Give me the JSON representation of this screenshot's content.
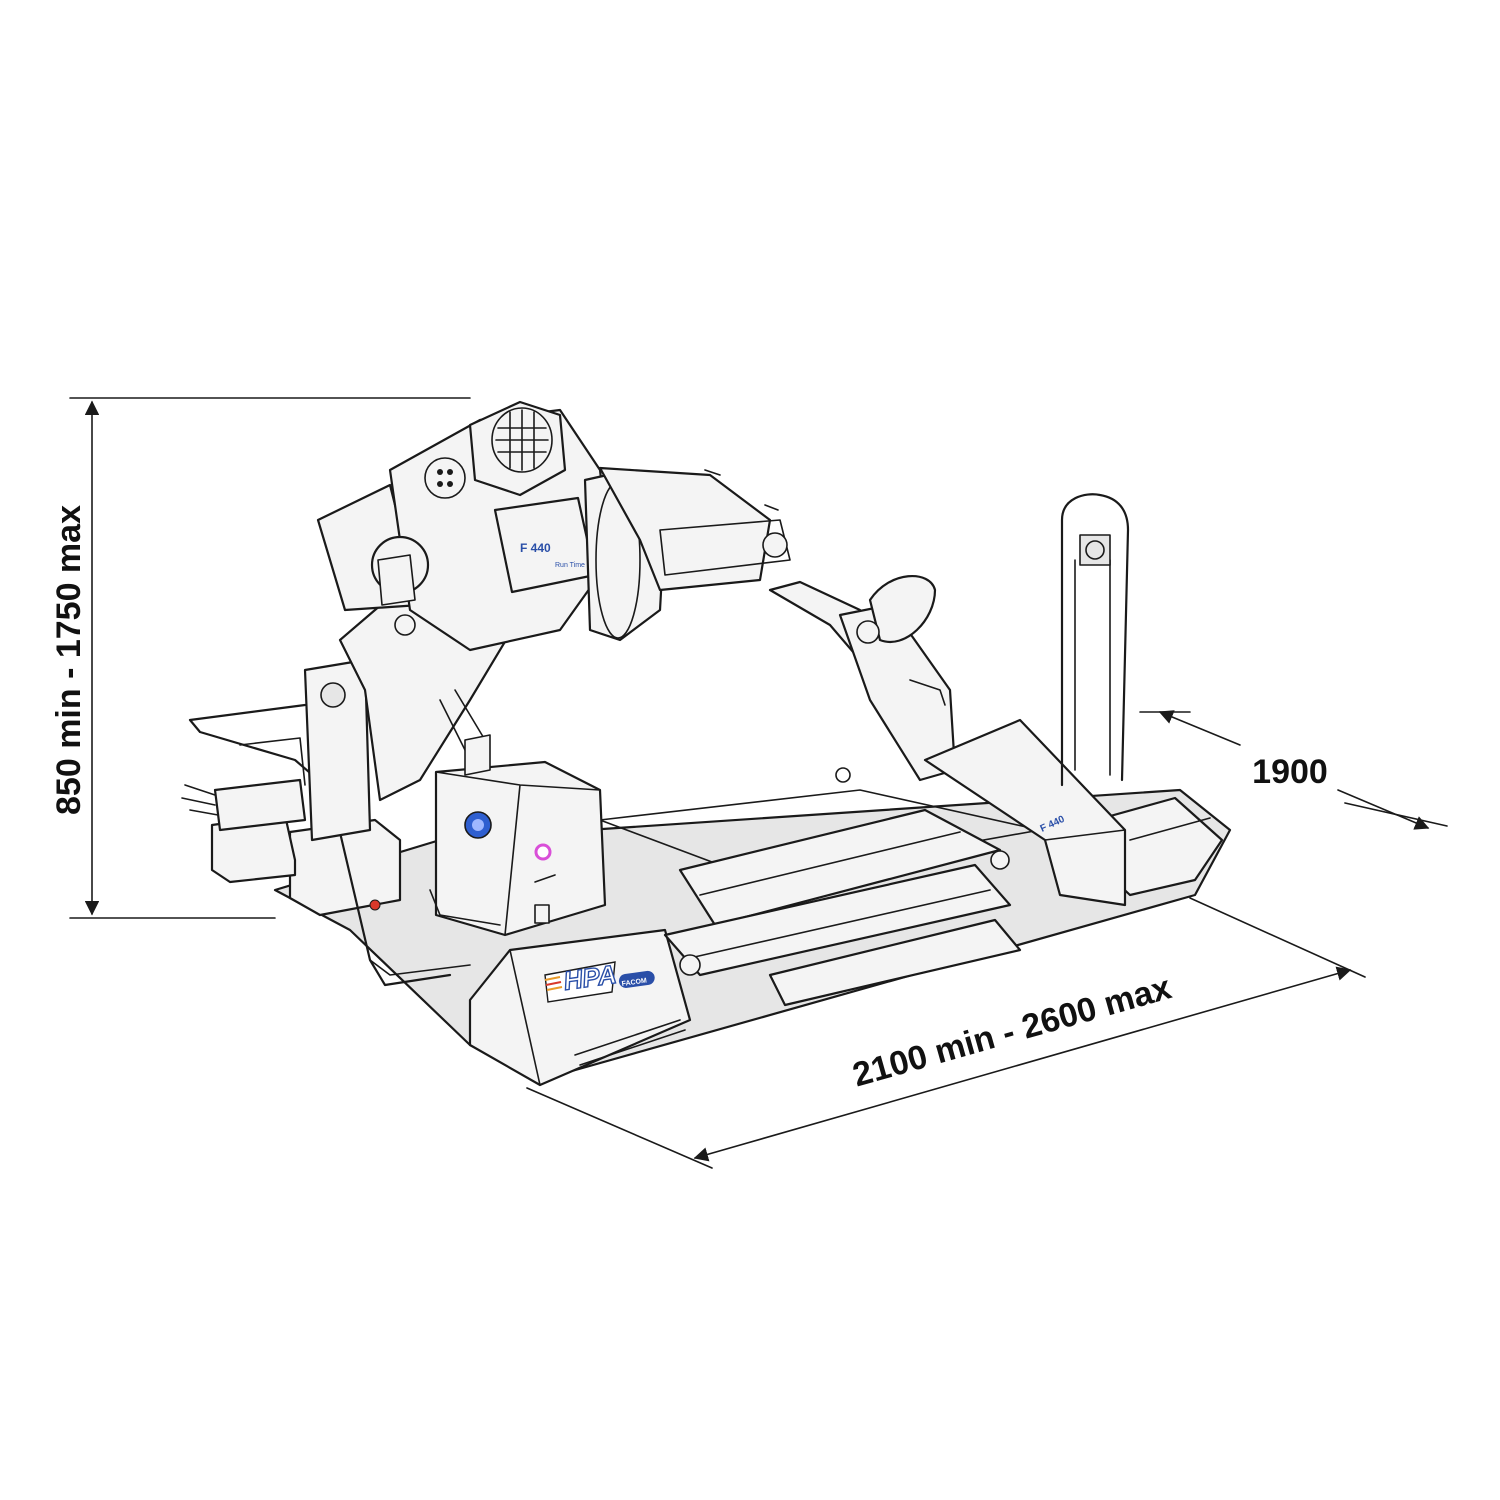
{
  "dimensions": {
    "height_label": "850 min - 1750 max",
    "depth_label": "1900",
    "width_label": "2100 min - 2600 max"
  },
  "machine": {
    "logo_text": "HPA",
    "logo_subtext": "FACOM",
    "model_label": "F 440",
    "model_suffix": "Run Time",
    "side_model_label": "F 440"
  },
  "colors": {
    "line": "#1a1a1a",
    "logo_blue": "#2a4fa8",
    "logo_red": "#d8382a",
    "logo_orange": "#e89a2a",
    "button_blue": "#2f5fd0",
    "indicator_pink": "#d94fd8"
  }
}
